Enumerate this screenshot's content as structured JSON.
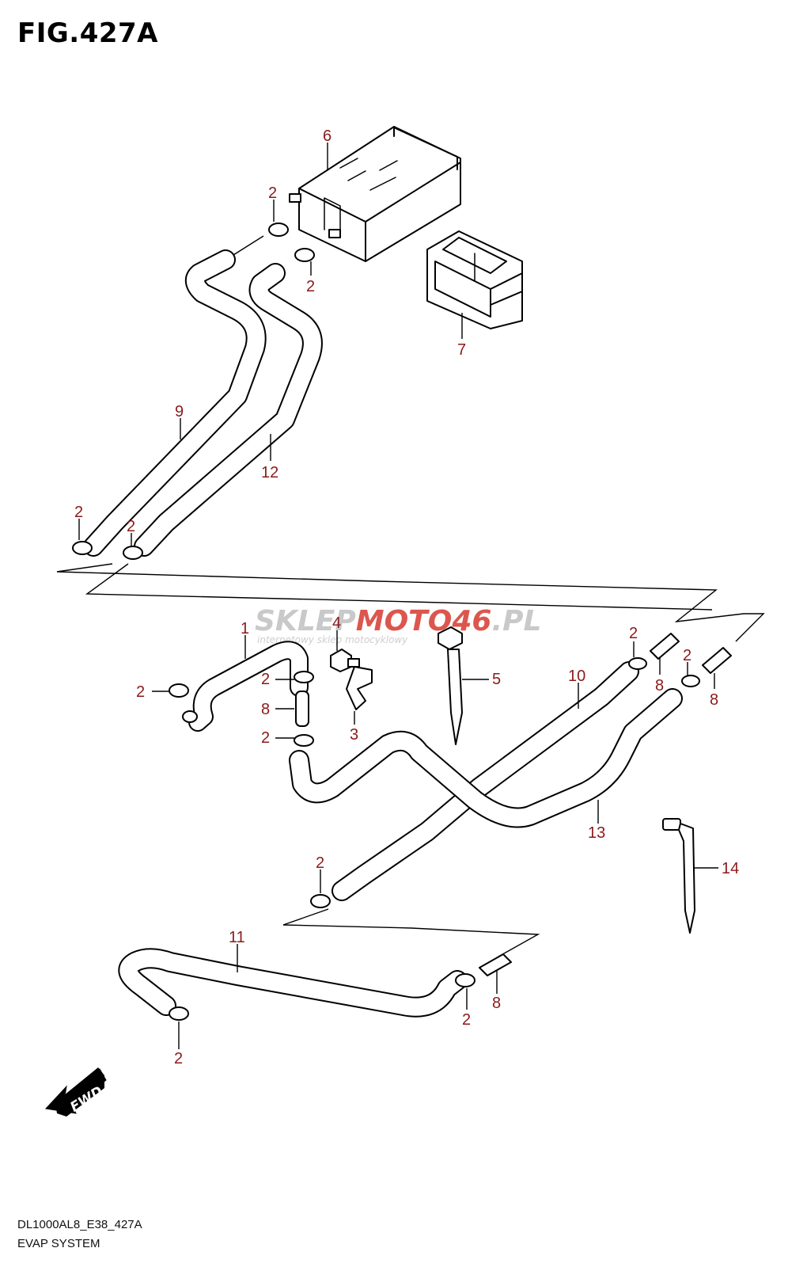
{
  "figure": {
    "title": "FIG.427A",
    "model_code": "DL1000AL8_E38_427A",
    "section_name": "EVAP SYSTEM"
  },
  "watermark": {
    "brand_grey": "SKLEP",
    "brand_red": "MOTO",
    "brand_num": "46",
    "brand_tld": ".PL",
    "tagline": "internetowy sklep motocyklowy"
  },
  "fwd_label": "FWD",
  "callouts": {
    "c1": "1",
    "c3": "3",
    "c4": "4",
    "c5": "5",
    "c6": "6",
    "c7": "7",
    "c9": "9",
    "c10": "10",
    "c11": "11",
    "c12": "12",
    "c13": "13",
    "c14": "14",
    "c2a": "2",
    "c2b": "2",
    "c2c": "2",
    "c2d": "2",
    "c2e": "2",
    "c2f": "2",
    "c2g": "2",
    "c2h": "2",
    "c2i": "2",
    "c2j": "2",
    "c2k": "2",
    "c2l": "2",
    "c8a": "8",
    "c8b": "8",
    "c8c": "8",
    "c8d": "8"
  },
  "colors": {
    "callout": "#8B1A1A",
    "line": "#000000",
    "watermark_red": "#d9443a",
    "watermark_grey": "#c4c4c4"
  }
}
